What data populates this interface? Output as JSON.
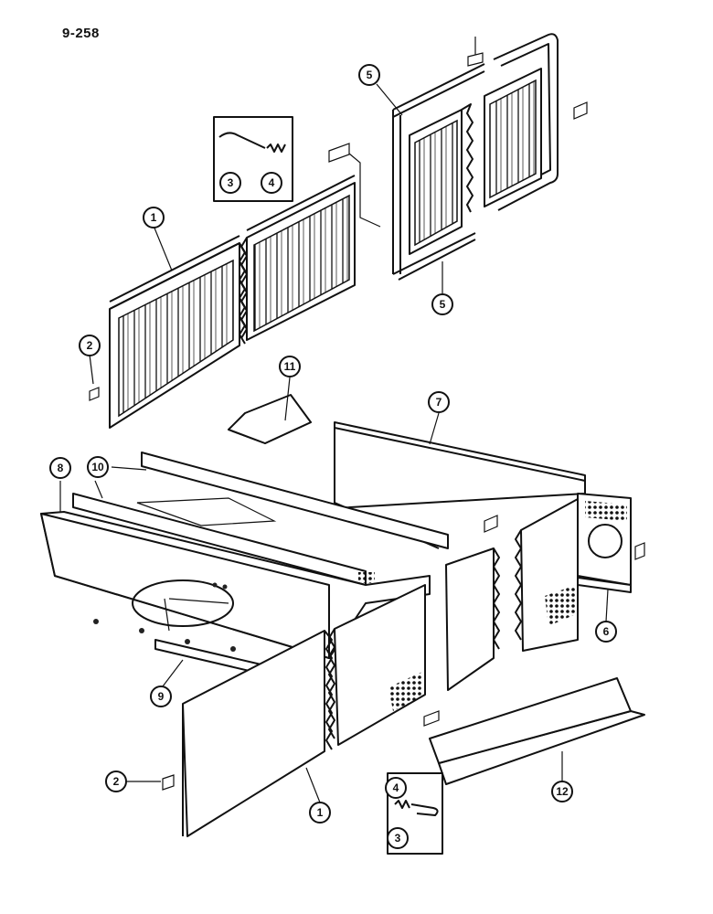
{
  "page_number": "9-258",
  "callouts": {
    "c1_upper": "1",
    "c1_lower": "1",
    "c2_upper": "2",
    "c2_lower": "2",
    "c3_upper": "3",
    "c3_lower": "3",
    "c4_upper": "4",
    "c4_lower": "4",
    "c5_upper": "5",
    "c5_lower": "5",
    "c6": "6",
    "c7": "7",
    "c8": "8",
    "c9": "9",
    "c10": "10",
    "c11": "11",
    "c12": "12"
  },
  "colors": {
    "ink": "#111111",
    "paper": "#ffffff"
  }
}
